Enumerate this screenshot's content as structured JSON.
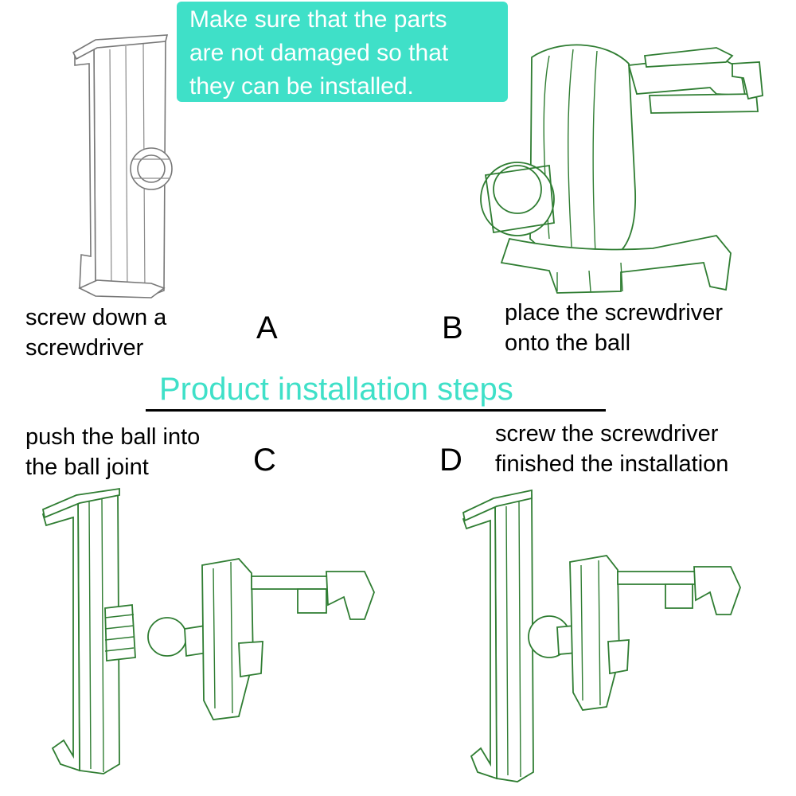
{
  "note": {
    "line1": "Make sure that the parts",
    "line2": "are not damaged so that",
    "line3": "they can be installed."
  },
  "heading": "Product installation steps",
  "steps": [
    {
      "letter": "A",
      "line1": "screw down a",
      "line2": "screwdriver"
    },
    {
      "letter": "B",
      "line1": "place the screwdriver",
      "line2": "onto the ball"
    },
    {
      "letter": "C",
      "line1": "push the ball into",
      "line2": "the ball joint"
    },
    {
      "letter": "D",
      "line1": "screw the screwdriver",
      "line2": "finished the installation"
    }
  ],
  "colors": {
    "accent": "#3fe0c8",
    "drawing_gray": "#777777",
    "drawing_green": "#2f7d32"
  }
}
